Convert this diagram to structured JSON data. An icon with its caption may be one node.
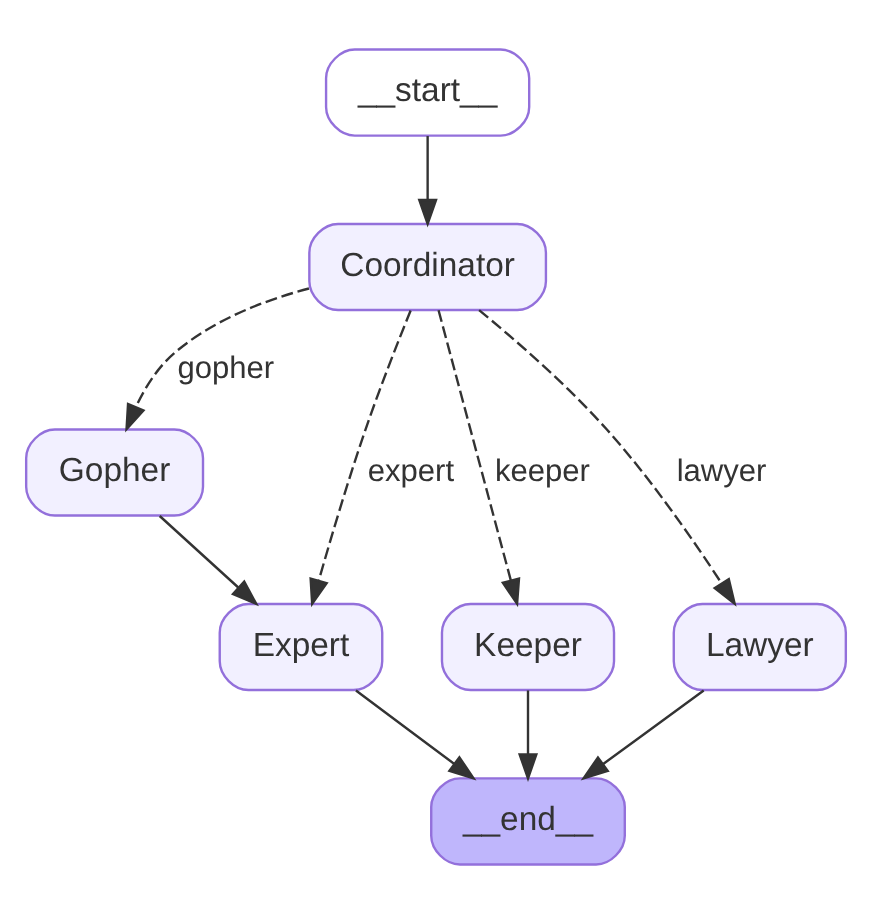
{
  "diagram": {
    "nodes": [
      {
        "text": [
          "__start__"
        ]
      },
      {
        "text": [
          "Coordinator"
        ]
      },
      {
        "text": [
          "Gopher"
        ]
      },
      {
        "text": [
          "Expert"
        ]
      },
      {
        "text": [
          "Keeper"
        ]
      },
      {
        "text": [
          "Lawyer"
        ]
      },
      {
        "text": [
          "__end__"
        ]
      }
    ],
    "edges": [
      {
        "from": 0,
        "to": 1,
        "arrow": "to"
      },
      {
        "from": 1,
        "to": 3,
        "arrow": "to",
        "label": "expert",
        "style": "dashed"
      },
      {
        "from": 1,
        "to": 2,
        "arrow": "to",
        "label": "gopher",
        "style": "dashed"
      },
      {
        "from": 1,
        "to": 4,
        "arrow": "to",
        "label": "keeper",
        "style": "dashed"
      },
      {
        "from": 1,
        "to": 5,
        "arrow": "to",
        "label": "lawyer",
        "style": "dashed"
      },
      {
        "from": 2,
        "to": 3,
        "arrow": "to"
      },
      {
        "from": 3,
        "to": 6,
        "arrow": "to"
      },
      {
        "from": 4,
        "to": 6,
        "arrow": "to"
      },
      {
        "from": 5,
        "to": 6,
        "arrow": "to"
      }
    ]
  }
}
